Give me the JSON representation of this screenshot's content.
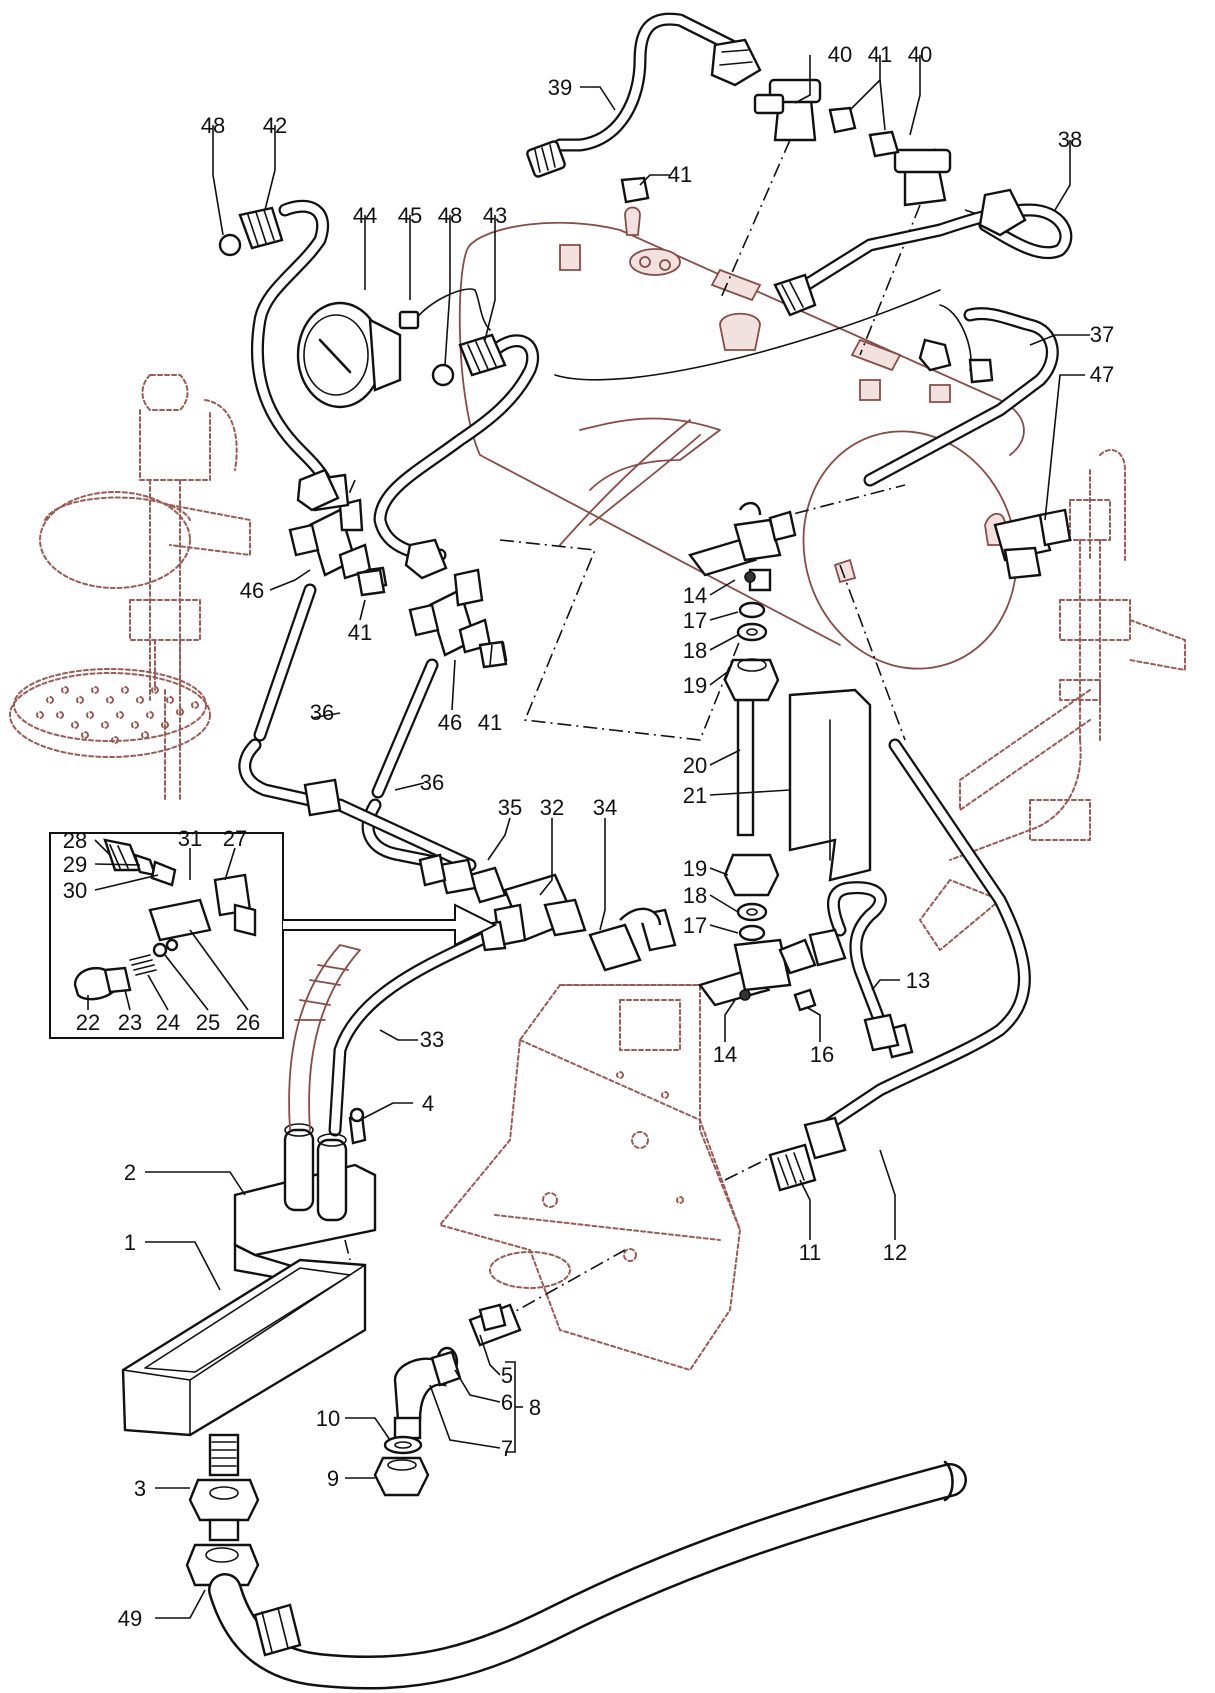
{
  "diagram": {
    "colors": {
      "ink": "#111111",
      "ghost": "#9c5a52",
      "tank": "#8a4b43"
    },
    "callouts": [
      {
        "id": "c1",
        "text": "1"
      },
      {
        "id": "c2",
        "text": "2"
      },
      {
        "id": "c3",
        "text": "3"
      },
      {
        "id": "c4",
        "text": "4"
      },
      {
        "id": "c5",
        "text": "5"
      },
      {
        "id": "c6",
        "text": "6"
      },
      {
        "id": "c7",
        "text": "7"
      },
      {
        "id": "c8",
        "text": "8"
      },
      {
        "id": "c9",
        "text": "9"
      },
      {
        "id": "c10",
        "text": "10"
      },
      {
        "id": "c11",
        "text": "11"
      },
      {
        "id": "c12",
        "text": "12"
      },
      {
        "id": "c13",
        "text": "13"
      },
      {
        "id": "c14a",
        "text": "14"
      },
      {
        "id": "c14b",
        "text": "14"
      },
      {
        "id": "c16",
        "text": "16"
      },
      {
        "id": "c17a",
        "text": "17"
      },
      {
        "id": "c17b",
        "text": "17"
      },
      {
        "id": "c18a",
        "text": "18"
      },
      {
        "id": "c18b",
        "text": "18"
      },
      {
        "id": "c19a",
        "text": "19"
      },
      {
        "id": "c19b",
        "text": "19"
      },
      {
        "id": "c20",
        "text": "20"
      },
      {
        "id": "c21",
        "text": "21"
      },
      {
        "id": "c22",
        "text": "22"
      },
      {
        "id": "c23",
        "text": "23"
      },
      {
        "id": "c24",
        "text": "24"
      },
      {
        "id": "c25",
        "text": "25"
      },
      {
        "id": "c26",
        "text": "26"
      },
      {
        "id": "c27",
        "text": "27"
      },
      {
        "id": "c28",
        "text": "28"
      },
      {
        "id": "c29",
        "text": "29"
      },
      {
        "id": "c30",
        "text": "30"
      },
      {
        "id": "c31",
        "text": "31"
      },
      {
        "id": "c32",
        "text": "32"
      },
      {
        "id": "c33",
        "text": "33"
      },
      {
        "id": "c34",
        "text": "34"
      },
      {
        "id": "c35",
        "text": "35"
      },
      {
        "id": "c36a",
        "text": "36"
      },
      {
        "id": "c36b",
        "text": "36"
      },
      {
        "id": "c37",
        "text": "37"
      },
      {
        "id": "c38",
        "text": "38"
      },
      {
        "id": "c39",
        "text": "39"
      },
      {
        "id": "c40a",
        "text": "40"
      },
      {
        "id": "c40b",
        "text": "40"
      },
      {
        "id": "c41a",
        "text": "41"
      },
      {
        "id": "c41b",
        "text": "41"
      },
      {
        "id": "c41c",
        "text": "41"
      },
      {
        "id": "c41d",
        "text": "41"
      },
      {
        "id": "c42",
        "text": "42"
      },
      {
        "id": "c43",
        "text": "43"
      },
      {
        "id": "c44",
        "text": "44"
      },
      {
        "id": "c45",
        "text": "45"
      },
      {
        "id": "c46a",
        "text": "46"
      },
      {
        "id": "c46b",
        "text": "46"
      },
      {
        "id": "c47",
        "text": "47"
      },
      {
        "id": "c48a",
        "text": "48"
      },
      {
        "id": "c48b",
        "text": "48"
      },
      {
        "id": "c49",
        "text": "49"
      }
    ]
  }
}
